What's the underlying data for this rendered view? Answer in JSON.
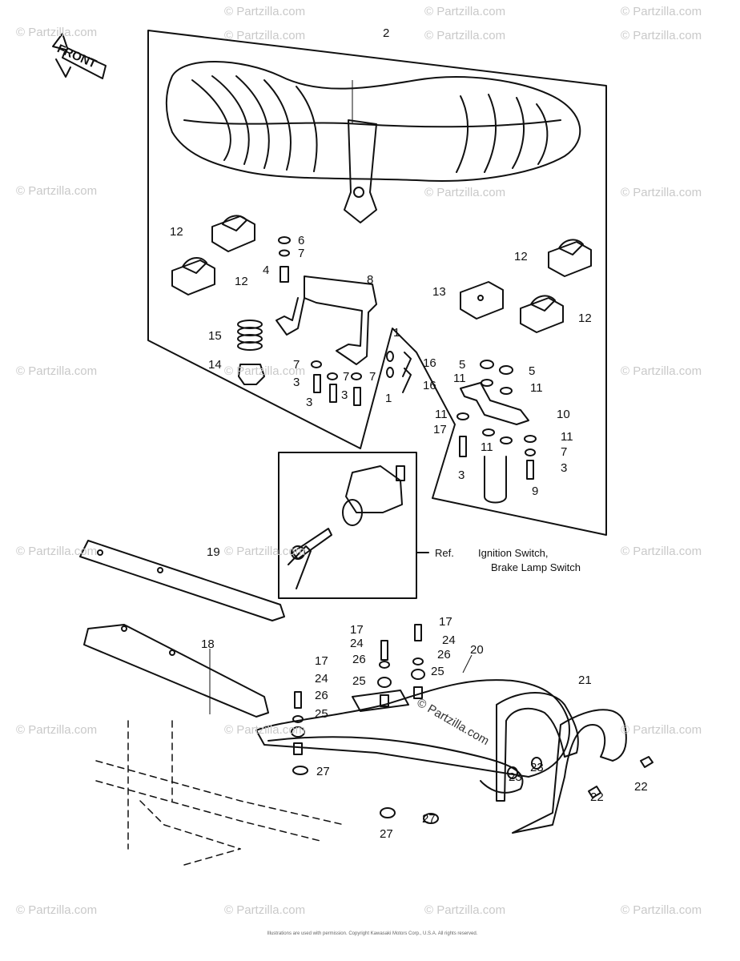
{
  "front_label": "FRONT",
  "watermark": "© Partzilla.com",
  "center_watermark": "© Partzilla.com",
  "ref_text": {
    "prefix": "Ref.",
    "line1": "Ignition Switch,",
    "line2": "Brake Lamp Switch"
  },
  "copyright_text": "Illustrations are used with permission. Copyright Kawasaki Motors Corp., U.S.A. All rights reserved.",
  "callouts": [
    "2",
    "12",
    "6",
    "7",
    "4",
    "12",
    "8",
    "12",
    "13",
    "12",
    "15",
    "7",
    "3",
    "3",
    "7",
    "7",
    "3",
    "1",
    "16",
    "1",
    "16",
    "5",
    "5",
    "11",
    "11",
    "14",
    "11",
    "10",
    "17",
    "11",
    "11",
    "7",
    "3",
    "3",
    "9",
    "19",
    "17",
    "17",
    "24",
    "24",
    "26",
    "26",
    "17",
    "25",
    "20",
    "24",
    "25",
    "21",
    "26",
    "25",
    "27",
    "27",
    "27",
    "23",
    "23",
    "22",
    "22",
    "18"
  ]
}
